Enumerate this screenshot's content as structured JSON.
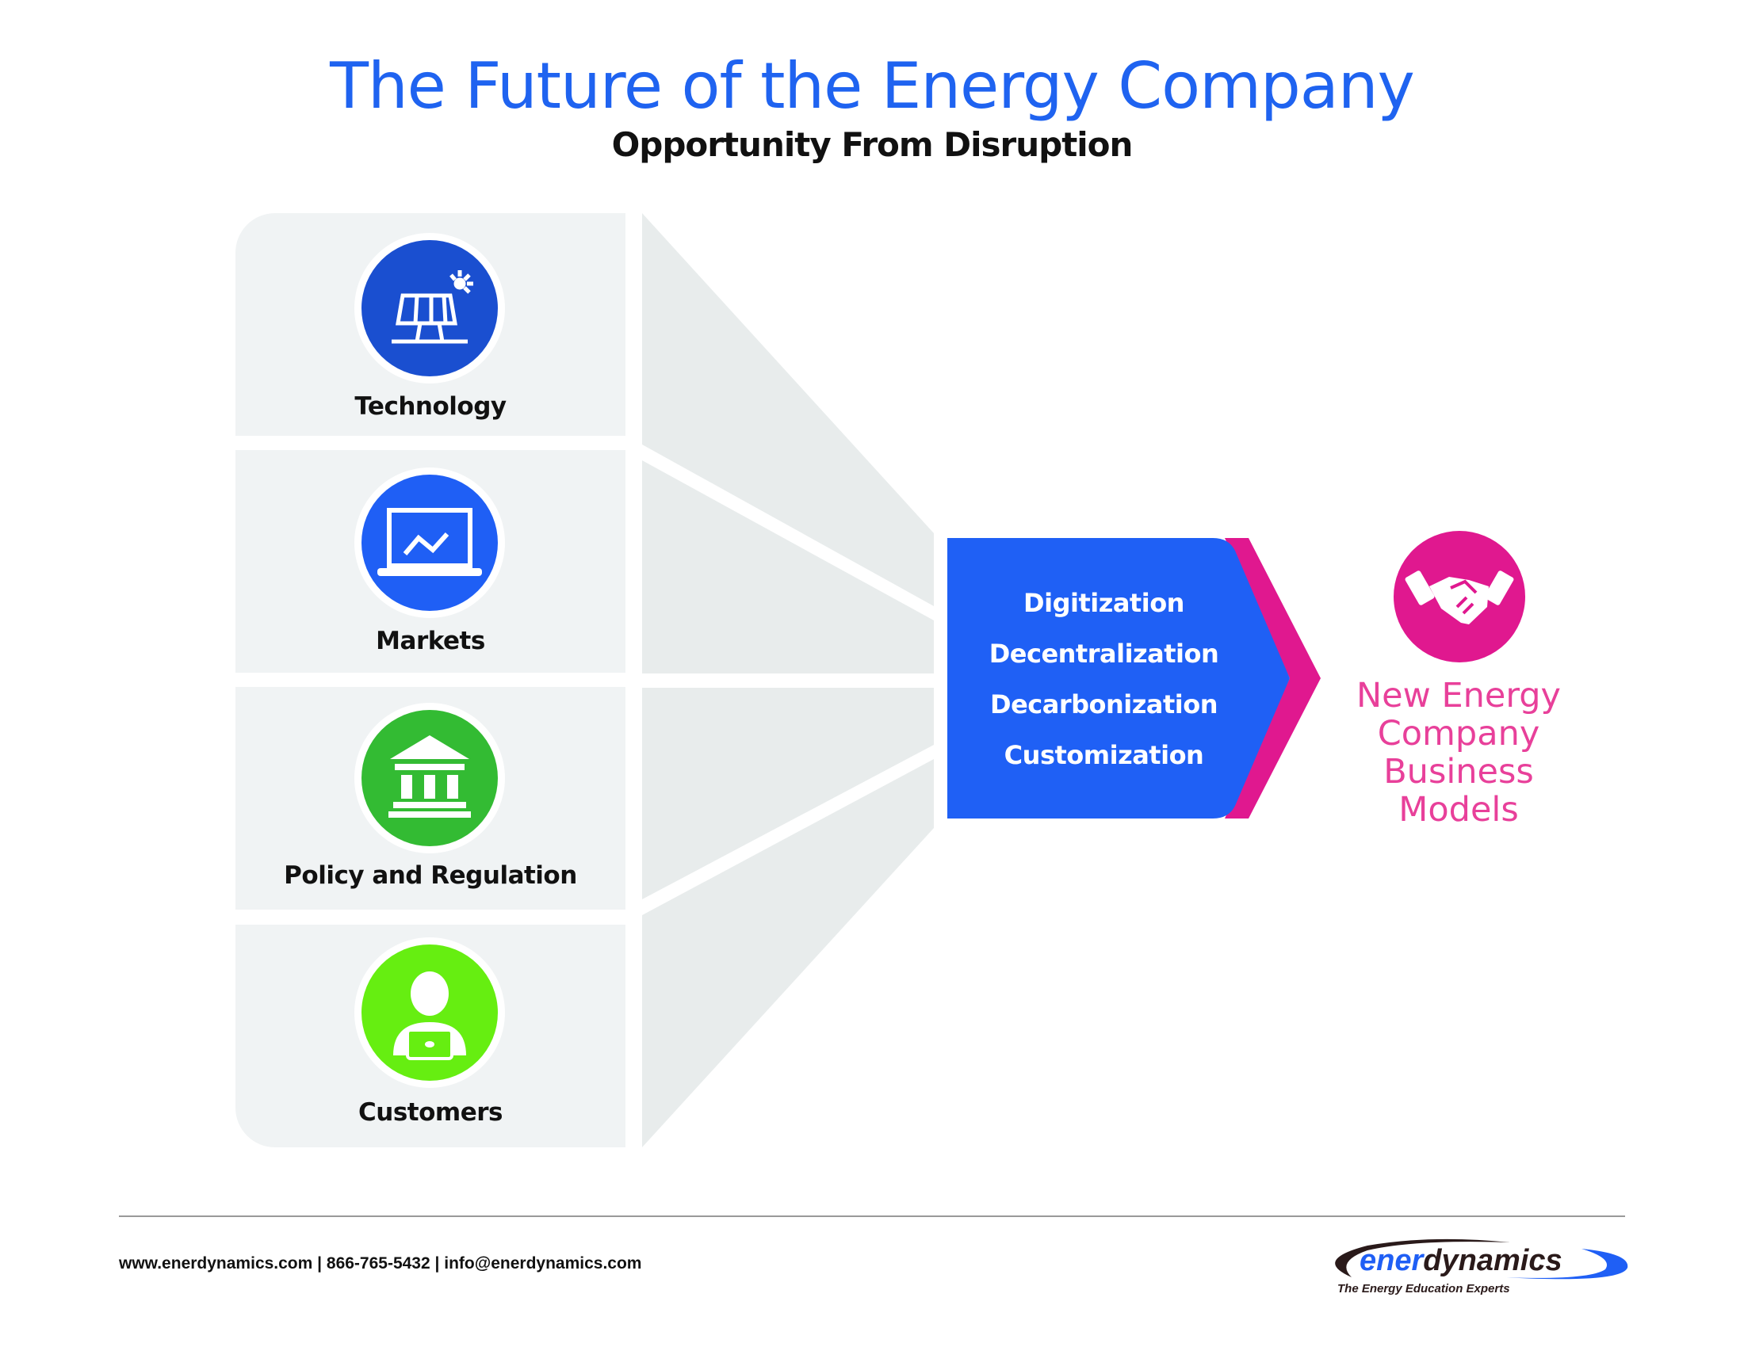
{
  "header": {
    "title": "The Future of the Energy Company",
    "subtitle": "Opportunity From Disruption"
  },
  "forces": [
    {
      "label": "Technology",
      "icon": "solar-panel-icon",
      "color": "#1a4fd0"
    },
    {
      "label": "Markets",
      "icon": "laptop-chart-icon",
      "color": "#1f5ff5"
    },
    {
      "label": "Policy and Regulation",
      "icon": "government-building-icon",
      "color": "#33bb33"
    },
    {
      "label": "Customers",
      "icon": "person-laptop-icon",
      "color": "#66ee11"
    }
  ],
  "drivers": [
    "Digitization",
    "Decentralization",
    "Decarbonization",
    "Customization"
  ],
  "outcome": {
    "lines": [
      "New Energy",
      "Company",
      "Business",
      "Models"
    ],
    "icon": "handshake-icon",
    "color": "#e0188f"
  },
  "colors": {
    "title": "#1f63f0",
    "arrow": "#1f60f5",
    "chevron": "#e0188f",
    "panel": "#f0f3f4"
  },
  "footer": {
    "website": "www.enerdynamics.com",
    "phone": "866-765-5432",
    "email": "info@enerdynamics.com",
    "separator": "|"
  },
  "logo": {
    "text_blue": "ener",
    "text_dark": "dynamics",
    "tagline": "The Energy Education Experts"
  }
}
